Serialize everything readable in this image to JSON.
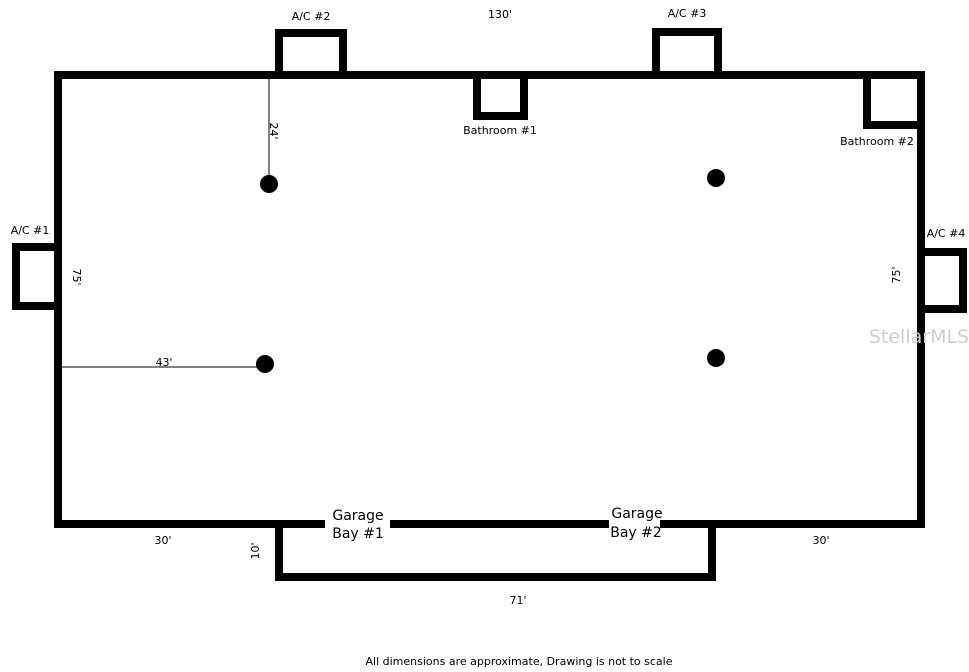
{
  "title": "",
  "units": {
    "ac1": "A/C #1",
    "ac2": "A/C #2",
    "ac3": "A/C #3",
    "ac4": "A/C #4",
    "bath1": "Bathroom #1",
    "bath2": "Bathroom #2"
  },
  "garage": {
    "bay1_line1": "Garage",
    "bay1_line2": "Bay #1",
    "bay2_line1": "Garage",
    "bay2_line2": "Bay #2"
  },
  "dimensions": {
    "top_width": "130'",
    "left_height": "75'",
    "right_height": "75'",
    "column_offset_top": "24'",
    "column_offset_left": "43'",
    "bottom_left": "30'",
    "bottom_right": "30'",
    "garage_depth": "10'",
    "garage_width": "71'"
  },
  "footer_note": "All dimensions are approximate, Drawing is not to scale",
  "watermark": "StellarMLS",
  "colors": {
    "wall": "#000000",
    "watermark": "#cfcfcf",
    "background": "#ffffff"
  }
}
